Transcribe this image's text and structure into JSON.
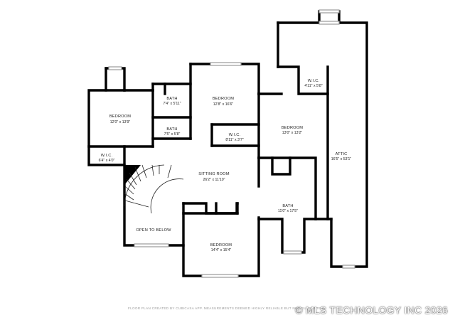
{
  "rooms": {
    "bedroom_1": {
      "label": "BEDROOM",
      "dims": "12'0\" x 13'9\""
    },
    "bath_1": {
      "label": "BATH",
      "dims": "7'4\" x 5'11\""
    },
    "bath_2": {
      "label": "BATH",
      "dims": "7'5\" x 5'8\""
    },
    "bedroom_2": {
      "label": "BEDROOM",
      "dims": "12'8\" x 16'6\""
    },
    "wic_1": {
      "label": "W.I.C.",
      "dims": "8'11\" x 3'7\""
    },
    "wic_2": {
      "label": "W.I.C.",
      "dims": "4'11\" x 5'8\""
    },
    "bedroom_3": {
      "label": "BEDROOM",
      "dims": "13'0\" x 13'2\""
    },
    "attic": {
      "label": "ATTIC",
      "dims": "16'5\" x 53'1\""
    },
    "wic_3": {
      "label": "W.I.C.",
      "dims": "6'4\" x 4'0\""
    },
    "sitting_room": {
      "label": "SITTING ROOM",
      "dims": "26'2\" x 11'10\""
    },
    "open_to_below": {
      "label": "OPEN TO BELOW"
    },
    "bath_3": {
      "label": "BATH",
      "dims": "11'0\" x 17'5\""
    },
    "bedroom_4": {
      "label": "BEDROOM",
      "dims": "14'4\" x 15'4\""
    }
  },
  "footer": {
    "disclaimer": "FLOOR PLAN CREATED BY CUBICASA APP. MEASUREMENTS DEEMED HIGHLY RELIABLE BUT NOT GUARANTEED.",
    "copyright": "© MLS TECHNOLOGY INC 2026"
  },
  "colors": {
    "wall": "#000000",
    "background": "#ffffff",
    "window": "#999999"
  }
}
